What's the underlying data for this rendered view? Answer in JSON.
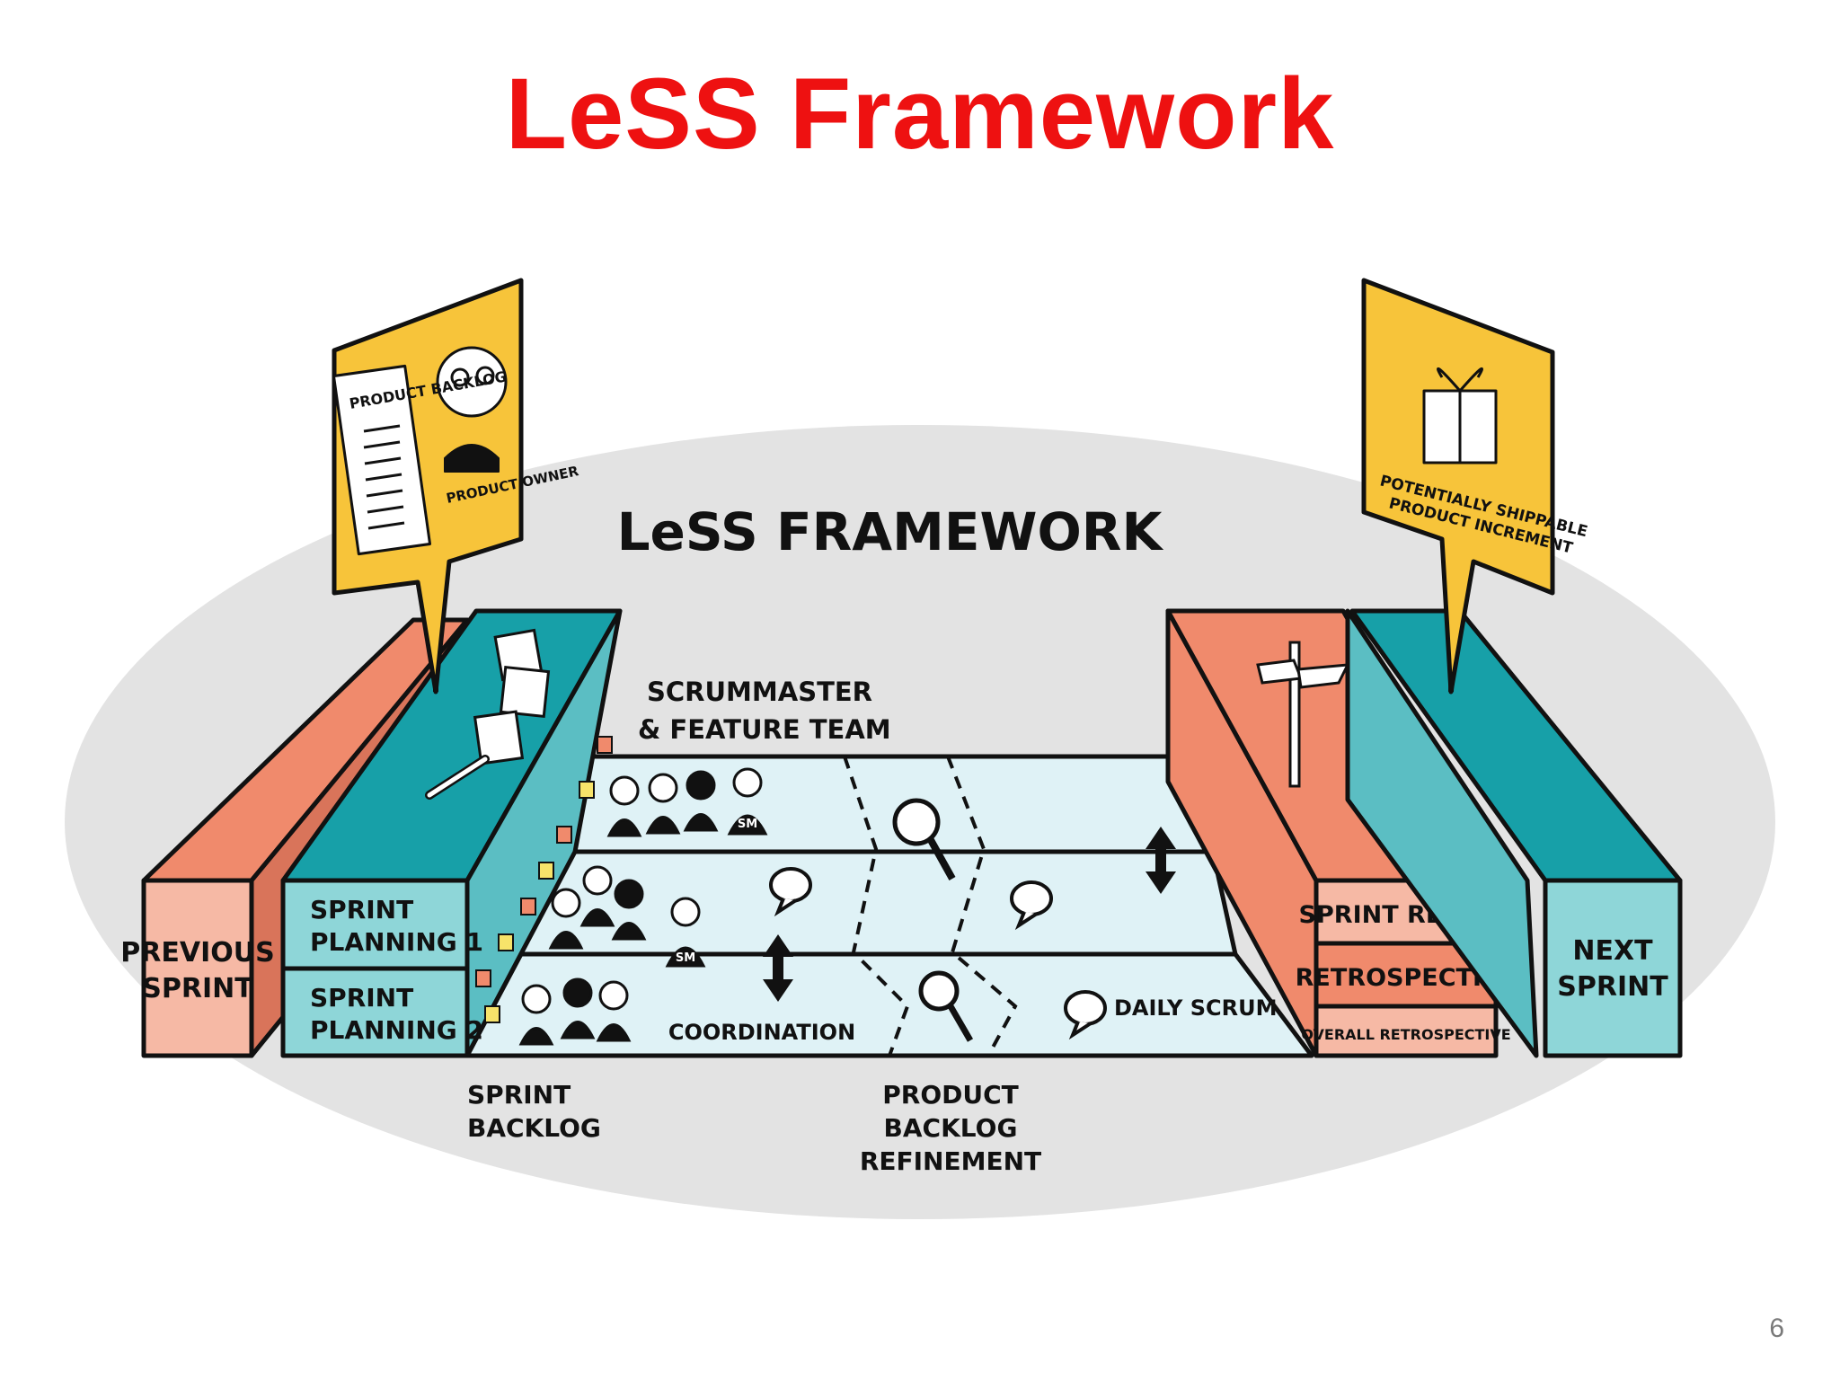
{
  "slide": {
    "title": "LeSS Framework",
    "page_number": "6"
  },
  "diagram": {
    "heading": "LeSS FRAMEWORK",
    "product_owner_sign": {
      "backlog_label": "PRODUCT BACKLOG",
      "owner_label": "PRODUCT OWNER"
    },
    "increment_sign": {
      "line1": "POTENTIALLY SHIPPABLE",
      "line2": "PRODUCT INCREMENT"
    },
    "previous_sprint": {
      "line1": "PREVIOUS",
      "line2": "SPRINT"
    },
    "next_sprint": {
      "line1": "NEXT",
      "line2": "SPRINT"
    },
    "sprint_planning_1": {
      "line1": "SPRINT",
      "line2": "PLANNING 1"
    },
    "sprint_planning_2": {
      "line1": "SPRINT",
      "line2": "PLANNING 2"
    },
    "scrummaster_team": {
      "line1": "SCRUMMASTER",
      "line2": "& FEATURE TEAM"
    },
    "sprint_review": "SPRINT REVIEW",
    "retrospective": "RETROSPECTIVE",
    "overall_retrospective": "OVERALL RETROSPECTIVE",
    "sprint_backlog": {
      "line1": "SPRINT",
      "line2": "BACKLOG"
    },
    "refinement": {
      "line1": "PRODUCT",
      "line2": "BACKLOG",
      "line3": "REFINEMENT"
    },
    "coordination": "COORDINATION",
    "daily_scrum": "DAILY SCRUM",
    "sm_badge": "SM",
    "colors": {
      "title_red": "#ee1111",
      "teal_dark": "#17a0a8",
      "teal_light": "#8ed6d8",
      "salmon": "#f08a6c",
      "salmon_light": "#f6b9a5",
      "yellow": "#f7c43a",
      "lane": "#dff2f6",
      "ellipse": "#e3e3e3"
    }
  }
}
